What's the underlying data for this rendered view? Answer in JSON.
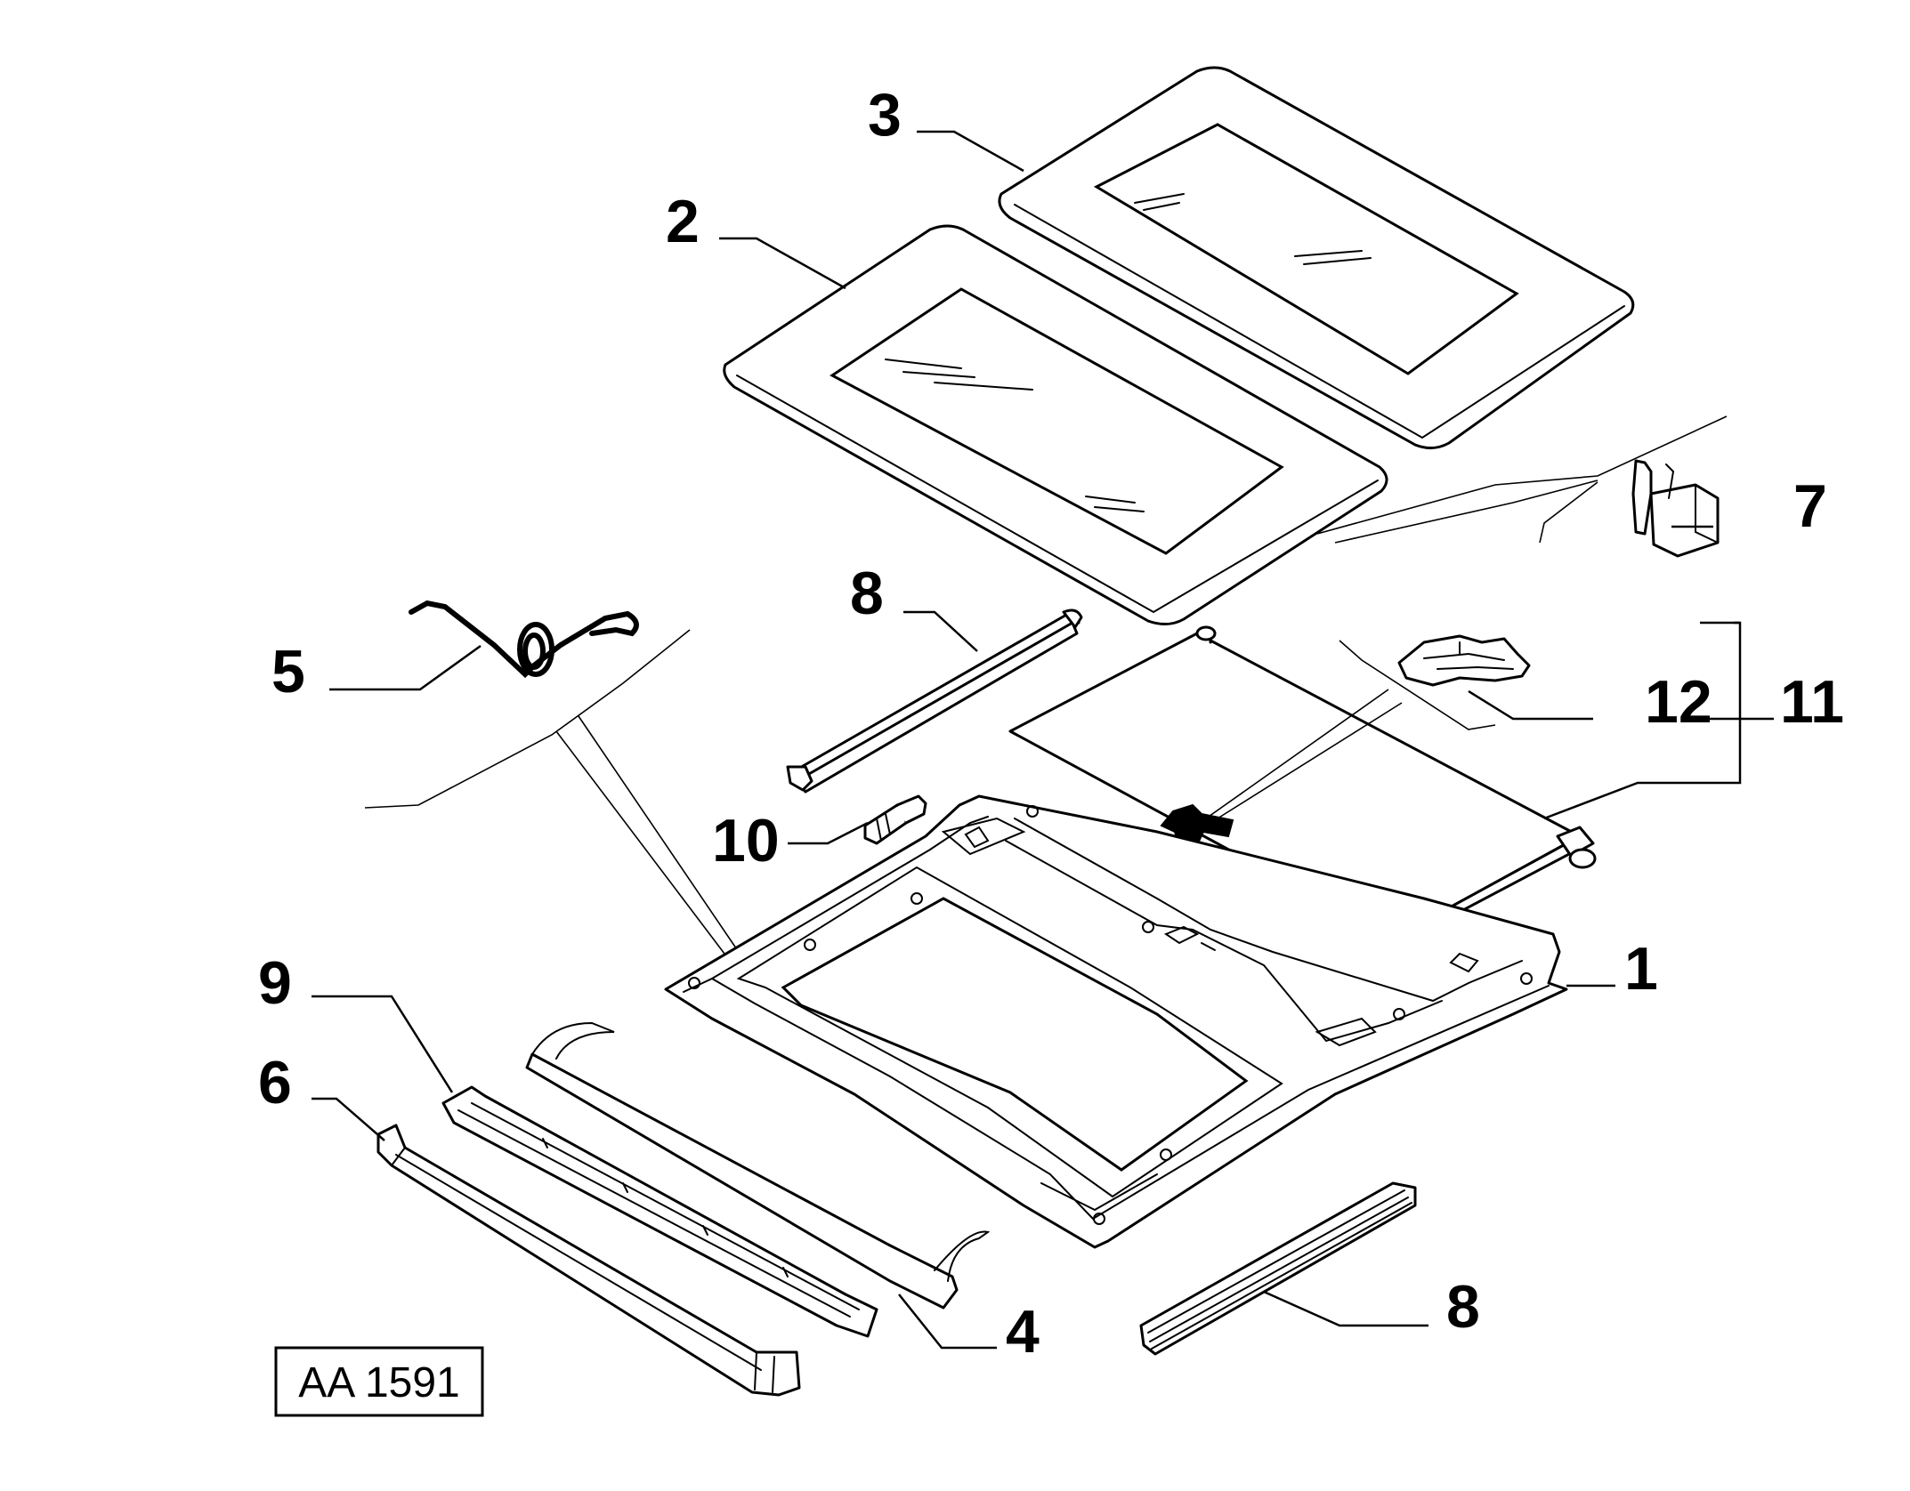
{
  "reference_code": "AA 1591",
  "callouts": {
    "c1": "1",
    "c2": "2",
    "c3": "3",
    "c4": "4",
    "c5": "5",
    "c6": "6",
    "c7": "7",
    "c8_top": "8",
    "c8_bottom": "8",
    "c9": "9",
    "c10": "10",
    "c11": "11",
    "c12": "12"
  },
  "colors": {
    "line": "#000000",
    "background": "#ffffff"
  }
}
